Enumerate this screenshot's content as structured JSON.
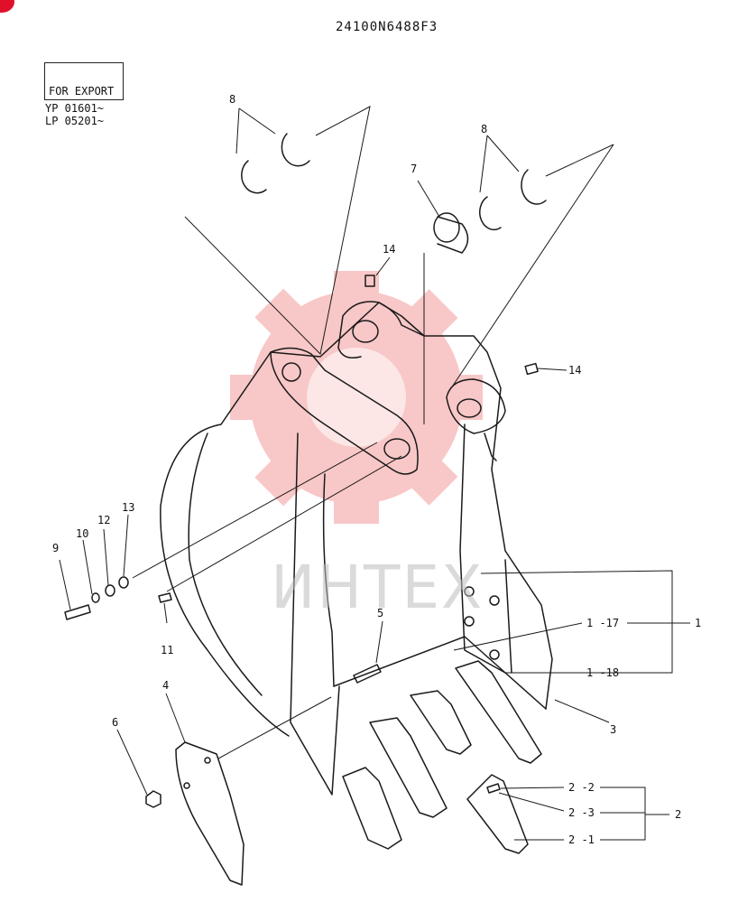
{
  "drawing_number": "24100N6488F3",
  "export_box": {
    "label": "FOR EXPORT"
  },
  "serials": [
    "YP 01601~",
    "LP 05201~"
  ],
  "watermark": {
    "text": "ИНТЕХ",
    "color": "#e8393a"
  },
  "labels": {
    "p8a": "8",
    "p8b": "8",
    "p7": "7",
    "p14a": "14",
    "p14b": "14",
    "p9": "9",
    "p10": "10",
    "p12": "12",
    "p13": "13",
    "p11": "11",
    "p5": "5",
    "p4": "4",
    "p6": "6",
    "p3": "3",
    "p1": "1",
    "p1_17": "1 -17",
    "p1_18": "1 -18",
    "p2": "2",
    "p2_1": "2 -1",
    "p2_2": "2 -2",
    "p2_3": "2 -3"
  },
  "colors": {
    "line": "#1a1a1a",
    "accent": "#e0102a"
  }
}
